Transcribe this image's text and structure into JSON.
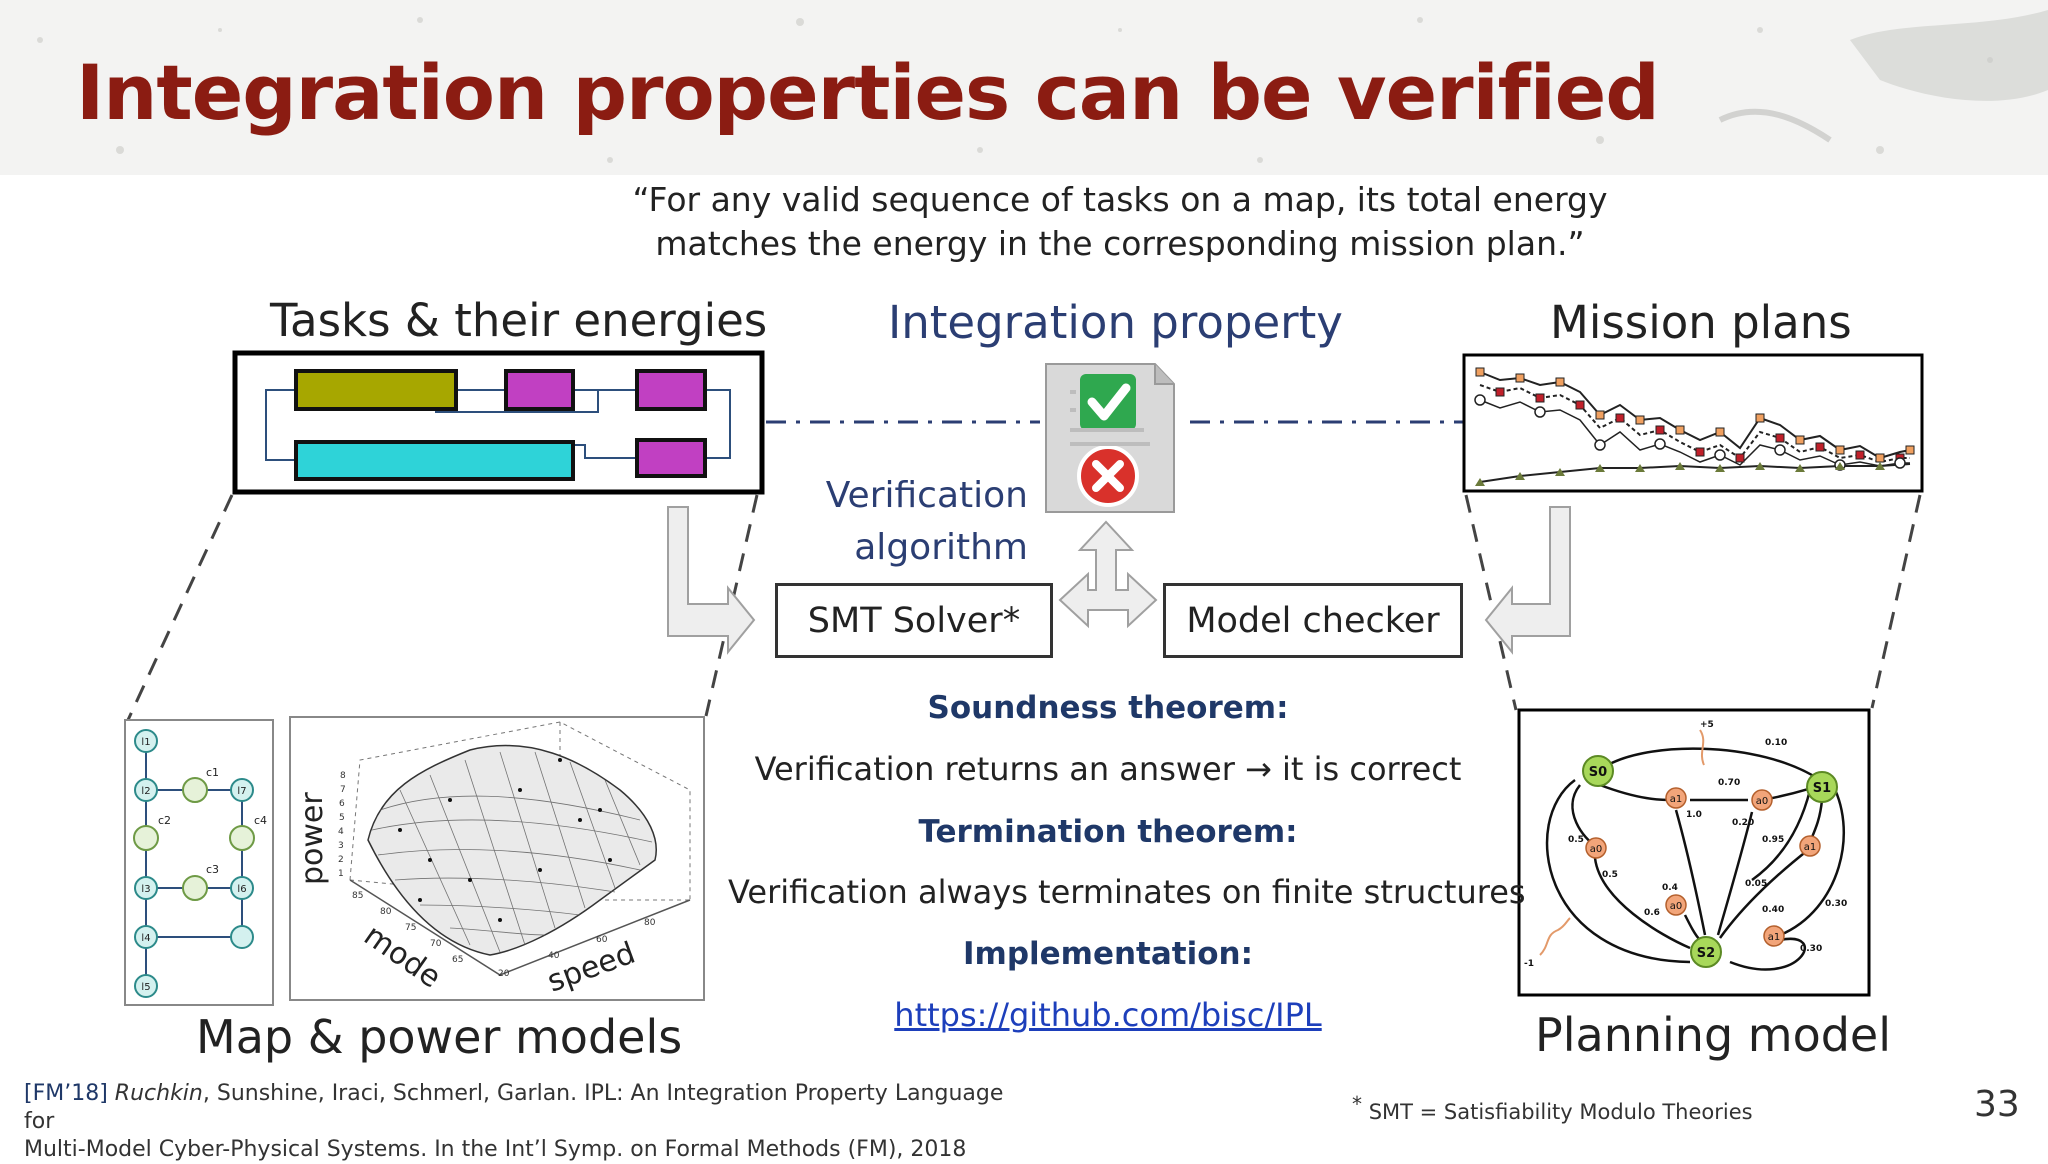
{
  "title": "Integration properties can be verified",
  "quote": {
    "line1": "“For any valid sequence of tasks on a map, its total energy",
    "line2": "matches the energy in the corresponding mission plan.”"
  },
  "headers": {
    "tasks": "Tasks & their energies",
    "property": "Integration property",
    "plans": "Mission plans"
  },
  "verification": {
    "line1": "Verification",
    "line2": "algorithm"
  },
  "boxes": {
    "smt": "SMT Solver*",
    "model_checker": "Model checker"
  },
  "theorems": {
    "soundness_title": "Soundness theorem:",
    "soundness_body": "Verification returns an answer → it is correct",
    "termination_title": "Termination theorem:",
    "termination_body": "Verification always terminates on finite structures",
    "implementation_title": "Implementation:",
    "implementation_link": "https://github.com/bisc/IPL"
  },
  "labels": {
    "map_power": "Map & power models",
    "planning": "Planning model"
  },
  "map_graph": {
    "nodes": [
      "l1",
      "l2",
      "l3",
      "l4",
      "l5",
      "l6",
      "l7"
    ],
    "charge_labels": [
      "c1",
      "c2",
      "c3",
      "c4"
    ]
  },
  "surface_plot": {
    "zlabel": "power",
    "xlabel": "mode",
    "ylabel": "speed",
    "z_ticks": [
      "1",
      "2",
      "3",
      "4",
      "5",
      "6",
      "7",
      "8"
    ],
    "x_ticks": [
      "65",
      "70",
      "75",
      "80",
      "85"
    ],
    "y_ticks": [
      "20",
      "40",
      "60",
      "80"
    ]
  },
  "mdp": {
    "states": [
      "S0",
      "S1",
      "S2"
    ],
    "actions": [
      "a1",
      "a0",
      "a0",
      "a1",
      "a0",
      "a1"
    ],
    "probabilities": [
      "0.10",
      "0.70",
      "1.0",
      "0.20",
      "0.95",
      "0.5",
      "0.5",
      "0.4",
      "0.6",
      "0.05",
      "0.40",
      "0.30",
      "0.30"
    ],
    "rewards": [
      "+5",
      "-1"
    ]
  },
  "citation": {
    "tag": "[FM’18]",
    "author": "Ruchkin",
    "line1_rest": ", Sunshine, Iraci, Schmerl, Garlan. IPL: An Integration Property Language for",
    "line2": "Multi-Model Cyber-Physical Systems. In the Int’l Symp. on Formal Methods (FM), 2018"
  },
  "footnote": {
    "marker": "*",
    "text": "SMT = Satisfiability Modulo Theories"
  },
  "page_number": "33",
  "colors": {
    "title": "#8b1c12",
    "accent_blue": "#2b3e73",
    "olive_task": "#a7a700",
    "cyan_task": "#2ed3d8",
    "magenta_task": "#c140c2",
    "check_green": "#2fa84f",
    "cross_red": "#d9312b",
    "state_green": "#a8d85a",
    "action_orange": "#f2a57a"
  }
}
